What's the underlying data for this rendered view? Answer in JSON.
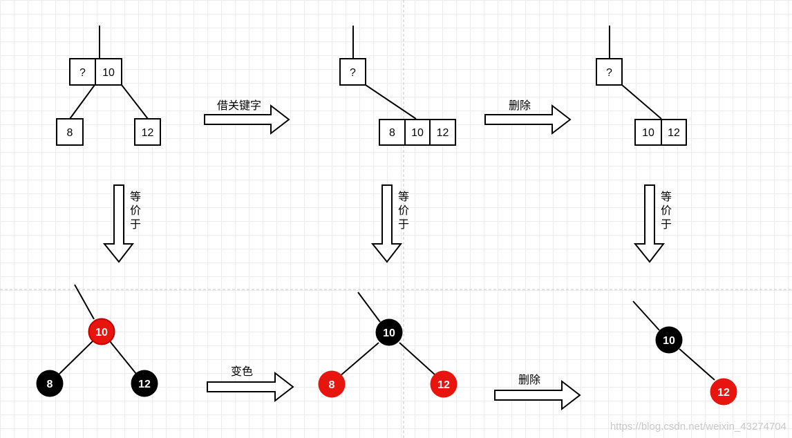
{
  "colors": {
    "red_node": "#e8140e",
    "black_node": "#000000"
  },
  "row_top": {
    "stage1": {
      "key_left": "?",
      "key_right": "10",
      "child_left": "8",
      "child_right": "12"
    },
    "arrow1": {
      "label": "借关键字"
    },
    "stage2": {
      "key": "?",
      "child_keys": [
        "8",
        "10",
        "12"
      ]
    },
    "arrow2": {
      "label": "删除"
    },
    "stage3": {
      "key": "?",
      "child_keys": [
        "10",
        "12"
      ]
    }
  },
  "equiv_label": [
    "等",
    "价",
    "于"
  ],
  "row_bottom": {
    "tree1": {
      "root": "10",
      "left": "8",
      "right": "12"
    },
    "arrow1": {
      "label": "变色"
    },
    "tree2": {
      "root": "10",
      "left": "8",
      "right": "12"
    },
    "arrow2": {
      "label": "删除"
    },
    "tree3": {
      "root": "10",
      "right": "12"
    }
  },
  "watermark": "https://blog.csdn.net/weixin_43274704"
}
